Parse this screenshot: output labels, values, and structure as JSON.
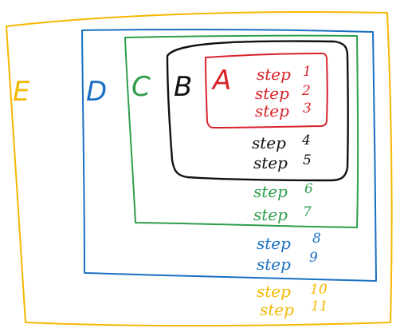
{
  "colors": {
    "E": "#f5b800",
    "D": "#1a6fc2",
    "C": "#2e9e4a",
    "B": "#111111",
    "A": "#d8232a"
  },
  "boxes": {
    "E": {
      "label": "E"
    },
    "D": {
      "label": "D"
    },
    "C": {
      "label": "C"
    },
    "B": {
      "label": "B"
    },
    "A": {
      "label": "A"
    }
  },
  "steps": [
    {
      "word": "step",
      "num": "1",
      "box": "A"
    },
    {
      "word": "step",
      "num": "2",
      "box": "A"
    },
    {
      "word": "step",
      "num": "3",
      "box": "A"
    },
    {
      "word": "step",
      "num": "4",
      "box": "B"
    },
    {
      "word": "step",
      "num": "5",
      "box": "B"
    },
    {
      "word": "step",
      "num": "6",
      "box": "C"
    },
    {
      "word": "step",
      "num": "7",
      "box": "C"
    },
    {
      "word": "step",
      "num": "8",
      "box": "D"
    },
    {
      "word": "step",
      "num": "9",
      "box": "D"
    },
    {
      "word": "step",
      "num": "10",
      "box": "E"
    },
    {
      "word": "step",
      "num": "11",
      "box": "E"
    }
  ]
}
